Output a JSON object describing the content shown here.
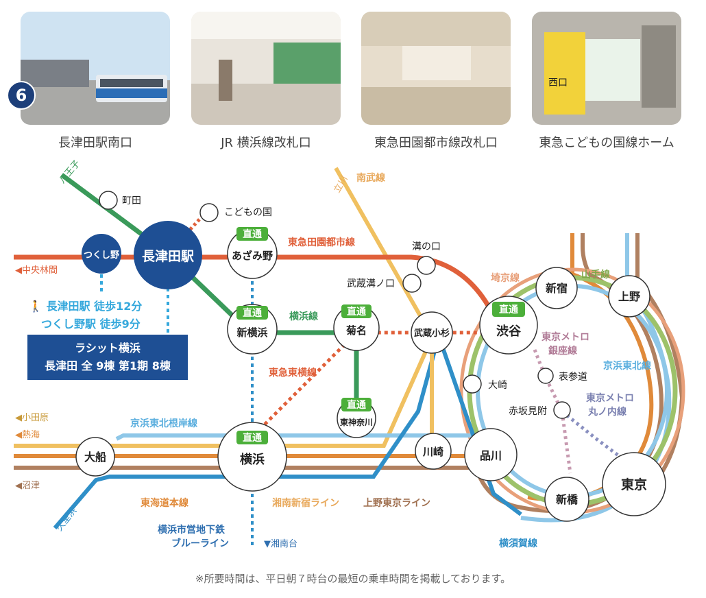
{
  "step_number": "6",
  "photos": [
    {
      "caption": "長津田駅南口",
      "sign_text": ""
    },
    {
      "caption": "JR 横浜線改札口",
      "sign_text": ""
    },
    {
      "caption": "東急田園都市線改札口",
      "sign_text": ""
    },
    {
      "caption": "東急こどもの国線ホーム",
      "sign_text": "西口"
    }
  ],
  "map": {
    "main_station": "長津田駅",
    "stations": {
      "tsukushino": "つくし野",
      "machida": "町田",
      "kodomonokuni": "こどもの国",
      "azamino": "あざみ野",
      "shinyokohama": "新横浜",
      "kikuna": "菊名",
      "mizonokuchi": "溝の口",
      "musashimizonokuchi": "武蔵溝ノ口",
      "musashikosugi": "武蔵小杉",
      "higashikanagawa": "東神奈川",
      "yokohama": "横浜",
      "ofuna": "大船",
      "kawasaki": "川崎",
      "shinagawa": "品川",
      "shibuya": "渋谷",
      "shinjuku": "新宿",
      "ueno": "上野",
      "osaki": "大崎",
      "omotesando": "表参道",
      "akasakamitsuke": "赤坂見附",
      "shimbashi": "新橋",
      "tokyo": "東京"
    },
    "direct_label": "直通",
    "lines": {
      "den_en_toshi": "東急田園都市線",
      "yokohama_line": "横浜線",
      "toyoko": "東急東横線",
      "nambu": "南武線",
      "saikyo": "埼京線",
      "yamanote": "山手線",
      "keihin_tohoku": "京浜東北線",
      "ginza": "東京メトロ\n銀座線",
      "marunouchi": "東京メトロ\n丸ノ内線",
      "keihin_tohoku_negishi": "京浜東北根岸線",
      "tokaido": "東海道本線",
      "shonan_shinjuku": "湘南新宿ライン",
      "ueno_tokyo": "上野東京ライン",
      "yokosuka": "横須賀線",
      "blue_line": "横浜市営地下鉄\nブルーライン"
    },
    "directions": {
      "hachioji": "八王子",
      "chuorinkan": "◀中央林間",
      "tachikawa": "立川",
      "odawara": "◀小田原",
      "atami": "◀熱海",
      "numazu": "◀沼津",
      "kurihama": "久里浜",
      "shonandai": "▼湘南台"
    },
    "walk_lines": [
      "長津田駅 徒歩12分",
      "つくし野駅 徒歩9分"
    ],
    "promo_lines": [
      "ラシット横浜",
      "長津田 全 9棟 第1期 8棟"
    ]
  },
  "footnote": "※所要時間は、平日朝７時台の最短の乗車時間を掲載しております。",
  "colors": {
    "den_en_toshi": "#e0603a",
    "yokohama_line": "#3a9a5a",
    "toyoko": "#e0603a",
    "nambu": "#f0c060",
    "blue_line": "#2f8fc8",
    "keihin_tohoku": "#8ec7e8",
    "yamanote": "#9dc26a",
    "saikyo": "#e8a07a",
    "shonan": "#e08a3a",
    "ueno_tokyo": "#b08060",
    "ginza": "#c79ab0",
    "marunouchi": "#8a90c0",
    "main_station": "#1e4f94"
  }
}
